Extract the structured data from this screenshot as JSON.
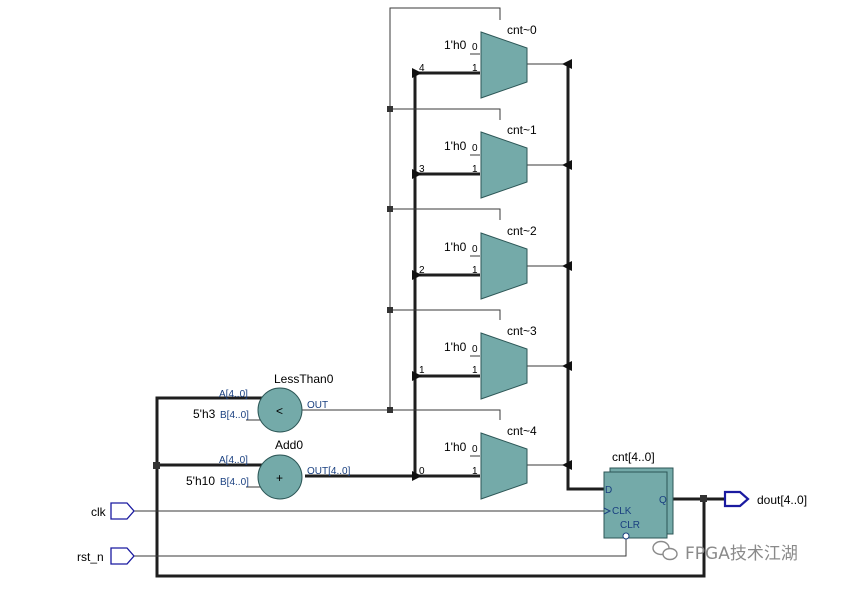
{
  "muxes": [
    {
      "name": "cnt~0",
      "const_in": "1'h0",
      "pin0": "0",
      "pin1": "1",
      "sel_label": "4"
    },
    {
      "name": "cnt~1",
      "const_in": "1'h0",
      "pin0": "0",
      "pin1": "1",
      "sel_label": "3"
    },
    {
      "name": "cnt~2",
      "const_in": "1'h0",
      "pin0": "0",
      "pin1": "1",
      "sel_label": "2"
    },
    {
      "name": "cnt~3",
      "const_in": "1'h0",
      "pin0": "0",
      "pin1": "1",
      "sel_label": "1"
    },
    {
      "name": "cnt~4",
      "const_in": "1'h0",
      "pin0": "0",
      "pin1": "1",
      "sel_label": "0"
    }
  ],
  "lessthan": {
    "name": "LessThan0",
    "in_a": "A[4..0]",
    "in_b": "B[4..0]",
    "const_b": "5'h3",
    "out": "OUT",
    "symbol": "<"
  },
  "adder": {
    "name": "Add0",
    "in_a": "A[4..0]",
    "in_b": "B[4..0]",
    "const_b": "5'h10",
    "out": "OUT[4..0]",
    "symbol": "+"
  },
  "register": {
    "name": "cnt[4..0]",
    "d": "D",
    "clk": "CLK",
    "q": "Q",
    "clr": "CLR"
  },
  "ports": {
    "clk": "clk",
    "rst": "rst_n",
    "dout": "dout[4..0]"
  },
  "watermark": "FPGA技术江湖",
  "colors": {
    "block_fill": "#74aaa9",
    "pin_label": "#1a4080",
    "port": "#1a1aa0"
  }
}
